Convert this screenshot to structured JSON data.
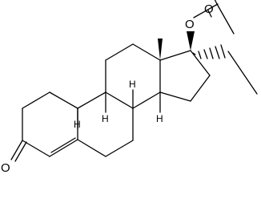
{
  "molecule": {
    "atoms": {
      "carbonyl_oxygen": "O",
      "ester_oxygen": "O",
      "acetyl_oxygen": "O"
    },
    "stereo_hydrogens": [
      "H",
      "H",
      "H",
      "H"
    ]
  }
}
